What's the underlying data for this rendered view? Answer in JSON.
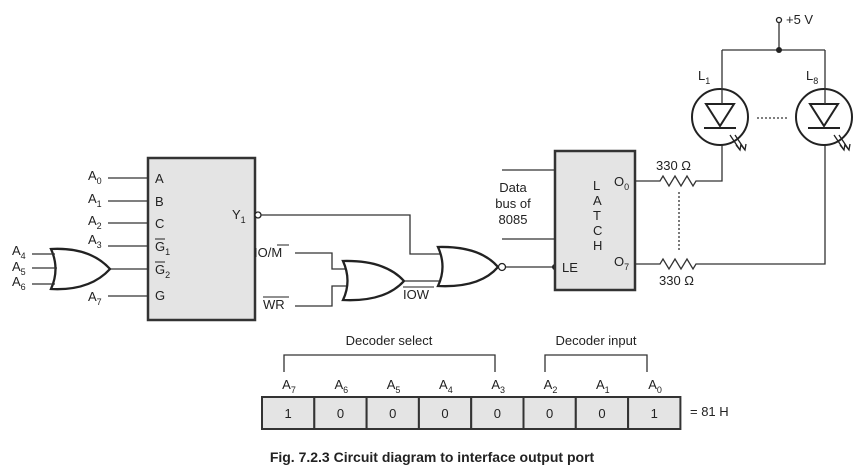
{
  "decoder": {
    "inputs": [
      {
        "signal": "A",
        "sub": "0",
        "pin": "A"
      },
      {
        "signal": "A",
        "sub": "1",
        "pin": "B"
      },
      {
        "signal": "A",
        "sub": "2",
        "pin": "C"
      },
      {
        "signal": "A",
        "sub": "3",
        "pin": "G",
        "pin_sub": "1",
        "pin_bar": true
      }
    ],
    "g2": {
      "pin": "G",
      "pin_sub": "2",
      "pin_bar": true
    },
    "g": {
      "signal": "A",
      "sub": "7",
      "pin": "G"
    },
    "or_inputs": [
      {
        "signal": "A",
        "sub": "4"
      },
      {
        "signal": "A",
        "sub": "5"
      },
      {
        "signal": "A",
        "sub": "6"
      }
    ],
    "output": {
      "pin": "Y",
      "sub": "1"
    }
  },
  "signals": {
    "io_m_1": "IO/",
    "io_m_2": "M",
    "wr": "WR",
    "iow": "IOW"
  },
  "latch": {
    "letters": [
      "L",
      "A",
      "T",
      "C",
      "H"
    ],
    "le": "LE",
    "o0": "O",
    "o0_sub": "0",
    "o7": "O",
    "o7_sub": "7"
  },
  "databus": [
    "Data",
    "bus of",
    "8085"
  ],
  "resistors": [
    "330 Ω",
    "330 Ω"
  ],
  "leds": [
    {
      "name": "L",
      "sub": "1"
    },
    {
      "name": "L",
      "sub": "8"
    }
  ],
  "supply": "+5 V",
  "address": {
    "group1": "Decoder select",
    "group2": "Decoder input",
    "bits": [
      {
        "name": "A",
        "sub": "7",
        "value": "1"
      },
      {
        "name": "A",
        "sub": "6",
        "value": "0"
      },
      {
        "name": "A",
        "sub": "5",
        "value": "0"
      },
      {
        "name": "A",
        "sub": "4",
        "value": "0"
      },
      {
        "name": "A",
        "sub": "3",
        "value": "0"
      },
      {
        "name": "A",
        "sub": "2",
        "value": "0"
      },
      {
        "name": "A",
        "sub": "1",
        "value": "0"
      },
      {
        "name": "A",
        "sub": "0",
        "value": "1"
      }
    ],
    "result": "= 81 H"
  },
  "caption": "Fig. 7.2.3 Circuit diagram to interface output port"
}
